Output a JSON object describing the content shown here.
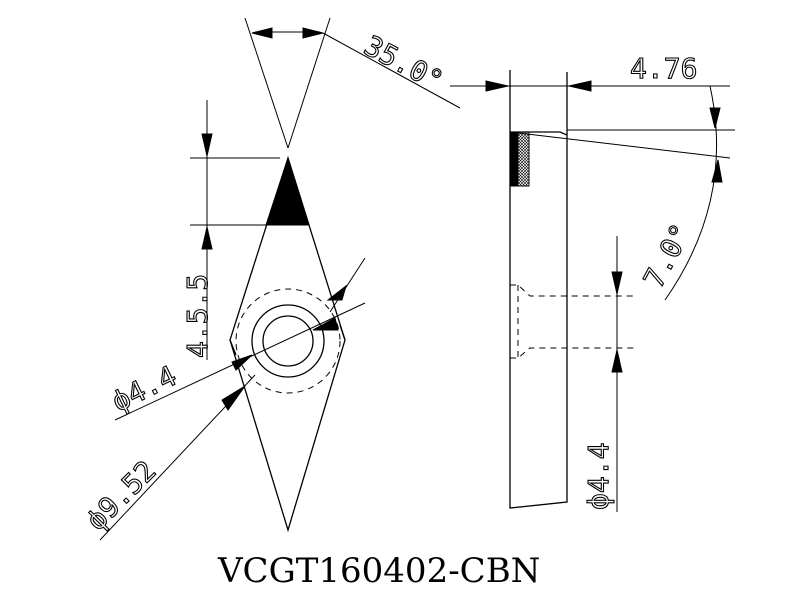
{
  "drawing": {
    "title": "VCGT160402-CBN",
    "dims": {
      "angle_tip": "35.0°",
      "thickness": "4.76",
      "clearance": "7.0°",
      "tip_length": "4.5.5",
      "hole_dia_front": "ϕ4.4",
      "ic_dia": "ϕ9.52",
      "hole_dia_side": "ϕ4.4"
    }
  }
}
